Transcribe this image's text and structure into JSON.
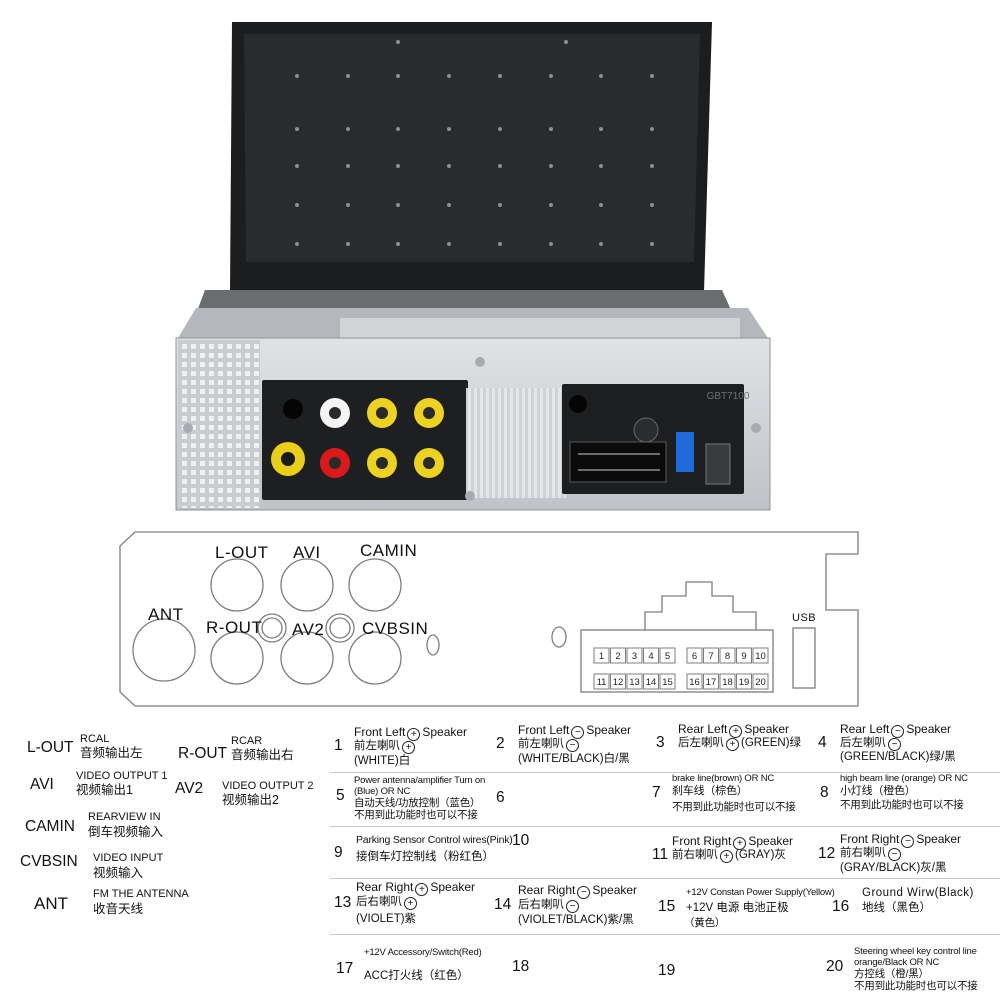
{
  "photo": {
    "stamp": "GBT7100",
    "ports": [
      "ANT",
      "L-OUT",
      "AVI",
      "CAMIN",
      "R-OUT",
      "AV2",
      "CVBSIN",
      "USB"
    ]
  },
  "diagram": {
    "labels": {
      "lout": "L-OUT",
      "avi": "AVI",
      "camin": "CAMIN",
      "ant": "ANT",
      "rout": "R-OUT",
      "av2": "AV2",
      "cvbsin": "CVBSIN",
      "usb": "USB"
    },
    "pins_top": [
      "1",
      "2",
      "3",
      "4",
      "5",
      "6",
      "7",
      "8",
      "9",
      "10"
    ],
    "pins_bottom": [
      "11",
      "12",
      "13",
      "14",
      "15",
      "16",
      "17",
      "18",
      "19",
      "20"
    ]
  },
  "legend": [
    {
      "code": "L-OUT",
      "en": "RCAL",
      "zh": "音频输出左"
    },
    {
      "code": "R-OUT",
      "en": "RCAR",
      "zh": "音频输出右"
    },
    {
      "code": "AVI",
      "en": "VIDEO OUTPUT 1",
      "zh": "视频输出1"
    },
    {
      "code": "AV2",
      "en": "VIDEO OUTPUT 2",
      "zh": "视频输出2"
    },
    {
      "code": "CAMIN",
      "en": "REARVIEW IN",
      "zh": "倒车视频输入"
    },
    {
      "code": "CVBSIN",
      "en": "VIDEO  INPUT",
      "zh": "视频输入"
    },
    {
      "code": "ANT",
      "en": "FM THE ANTENNA",
      "zh": "收音天线"
    }
  ],
  "wires": {
    "w1": {
      "n": "1",
      "a": "Front Left",
      "b": "Speaker",
      "c": "前左喇叭",
      "d": "(WHITE)白"
    },
    "w2": {
      "n": "2",
      "a": "Front Left",
      "b": "Speaker",
      "c": "前左喇叭",
      "d": "(WHITE/BLACK)白/黑"
    },
    "w3": {
      "n": "3",
      "a": "Rear Left",
      "b": "Speaker",
      "c": "后左喇叭",
      "d": "(GREEN)绿"
    },
    "w4": {
      "n": "4",
      "a": "Rear Left",
      "b": "Speaker",
      "c": "后左喇叭",
      "d": "(GREEN/BLACK)绿/黑"
    },
    "w5": {
      "n": "5",
      "a": "Power antenna/amplifier Turn on",
      "b": "(Blue) OR NC",
      "c": "自动天线/功放控制（蓝色）",
      "d": "不用到此功能时也可以不接"
    },
    "w6": {
      "n": "6"
    },
    "w7": {
      "n": "7",
      "a": "brake line(brown) OR NC",
      "c": "刹车线（棕色）",
      "d": "不用到此功能时也可以不接"
    },
    "w8": {
      "n": "8",
      "a": "high beam line (orange)  OR NC",
      "c": "小灯线（橙色）",
      "d": "不用到此功能时也可以不接"
    },
    "w9": {
      "n": "9",
      "a": "Parking Sensor Control wires(Pink)",
      "c": "接倒车灯控制线（粉红色）"
    },
    "w10": {
      "n": "10"
    },
    "w11": {
      "n": "11",
      "a": "Front Right",
      "b": "Speaker",
      "c": "前右喇叭",
      "d": "(GRAY)灰"
    },
    "w12": {
      "n": "12",
      "a": "Front Right",
      "b": "Speaker",
      "c": "前右喇叭",
      "d": "(GRAY/BLACK)灰/黑"
    },
    "w13": {
      "n": "13",
      "a": "Rear Right",
      "b": "Speaker",
      "c": "后右喇叭",
      "d": "(VIOLET)紫"
    },
    "w14": {
      "n": "14",
      "a": "Rear Right",
      "b": "Speaker",
      "c": "后右喇叭",
      "d": "(VIOLET/BLACK)紫/黑"
    },
    "w15": {
      "n": "15",
      "a": "+12V Constan Power Supply(Yellow)",
      "b": "+12V 电源  电池正极",
      "c": "（黄色）"
    },
    "w16": {
      "n": "16",
      "a": "Ground Wirw(Black)",
      "c": "地线（黑色）"
    },
    "w17": {
      "n": "17",
      "a": "+12V Accessory/Switch(Red)",
      "c": "ACC打火线（红色）"
    },
    "w18": {
      "n": "18"
    },
    "w19": {
      "n": "19"
    },
    "w20": {
      "n": "20",
      "a": "Steering wheel key control line",
      "b": "orange/Black OR  NC",
      "c": "方控线（橙/黑）",
      "d": "不用到此功能时也可以不接"
    }
  }
}
